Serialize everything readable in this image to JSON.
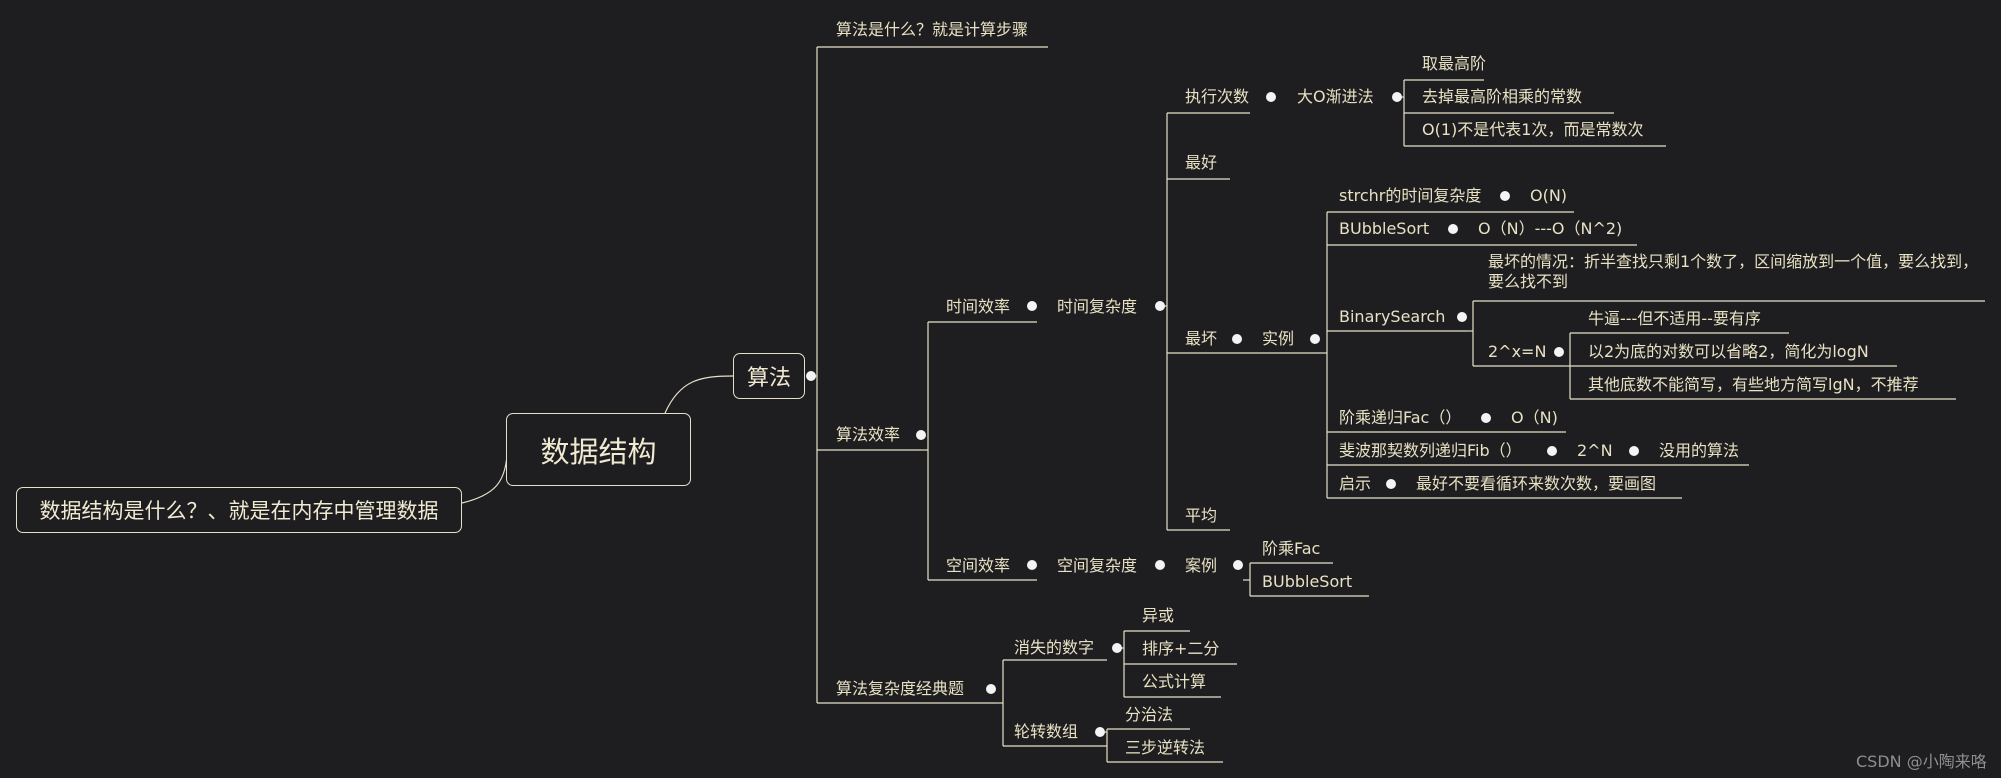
{
  "root": "数据结构",
  "left_topic": "数据结构是什么？、就是在内存中管理数据",
  "algo": "算法",
  "algo_what": "算法是什么？就是计算步骤",
  "efficiency": "算法效率",
  "time_eff": "时间效率",
  "time_complexity": "时间复杂度",
  "exec_count": "执行次数",
  "big_o": "大O渐进法",
  "bo1": "取最高阶",
  "bo2": "去掉最高阶相乘的常数",
  "bo3": "O(1)不是代表1次，而是常数次",
  "best": "最好",
  "worst": "最坏",
  "examples": "实例",
  "average": "平均",
  "strchr": "strchr的时间复杂度",
  "strchr_o": "O(N)",
  "bubble": "BUbbleSort",
  "bubble_o": "O（N）---O（N^2)",
  "bs_worst": "最坏的情况：折半查找只剩1个数了，区间缩放到一个值，要么找到，要么找不到",
  "binary": "BinarySearch",
  "eq": "2^x=N",
  "log1": "牛逼---但不适用--要有序",
  "log2": "以2为底的对数可以省略2，简化为logN",
  "log3": "其他底数不能简写，有些地方简写lgN，不推荐",
  "fac": "阶乘递归Fac（）",
  "fac_o": "O（N)",
  "fib": "斐波那契数列递归Fib（）",
  "fib_o": "2^N",
  "fib_note": "没用的算法",
  "hint": "启示",
  "hint_text": "最好不要看循环来数次数，要画图",
  "space_eff": "空间效率",
  "space_complexity": "空间复杂度",
  "case": "案例",
  "case1": "阶乘Fac",
  "case2": "BUbbleSort",
  "classic": "算法复杂度经典题",
  "missing": "消失的数字",
  "m1": "异或",
  "m2": "排序+二分",
  "m3": "公式计算",
  "rotate": "轮转数组",
  "r1": "分治法",
  "r2": "三步逆转法",
  "watermark": "CSDN @小陶来咯",
  "colors": {
    "background": "#1e1e20",
    "line": "#e6e0c8",
    "text": "#e8e1c4",
    "dot": "#f4f4f4"
  }
}
